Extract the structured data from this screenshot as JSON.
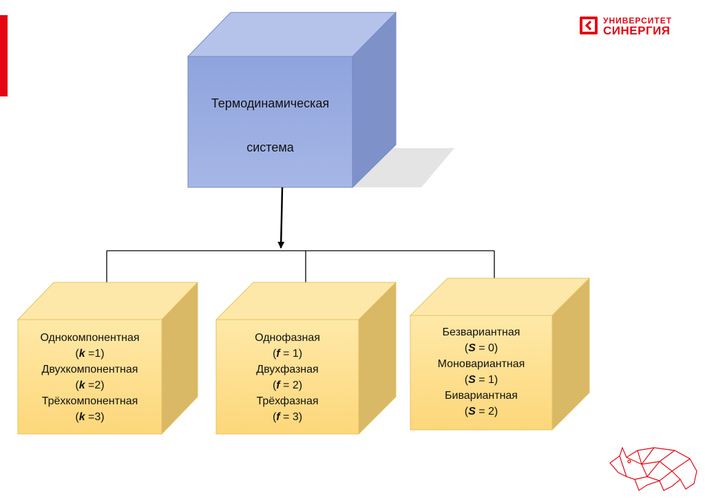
{
  "brand": {
    "line1": "УНИВЕРСИТЕТ",
    "line2": "СИНЕРГИЯ",
    "accent_color": "#e30613",
    "icon": "synergy-logo-icon"
  },
  "diagram": {
    "root": {
      "lines": [
        "Термодинамическая",
        "система"
      ],
      "color": "#9aaee0"
    },
    "children": [
      {
        "lines": [
          "Однокомпонентная",
          "(k =1)",
          "Двухкомпонентная",
          "(k =2)",
          "Трёхкомпонентная",
          "(k =3)"
        ],
        "color": "#fde29a"
      },
      {
        "lines": [
          "Однофазная",
          "(f = 1)",
          "Двухфазная",
          "(f = 2)",
          "Трёхфазная",
          "(f = 3)"
        ],
        "color": "#fde29a"
      },
      {
        "lines": [
          "Безвариантная",
          "(S = 0)",
          "Моновариантная",
          "(S = 1)",
          "Бивариантная",
          "(S = 2)"
        ],
        "color": "#fde29a"
      }
    ]
  },
  "decorations": {
    "mascot": "rhino-mascot-icon"
  }
}
